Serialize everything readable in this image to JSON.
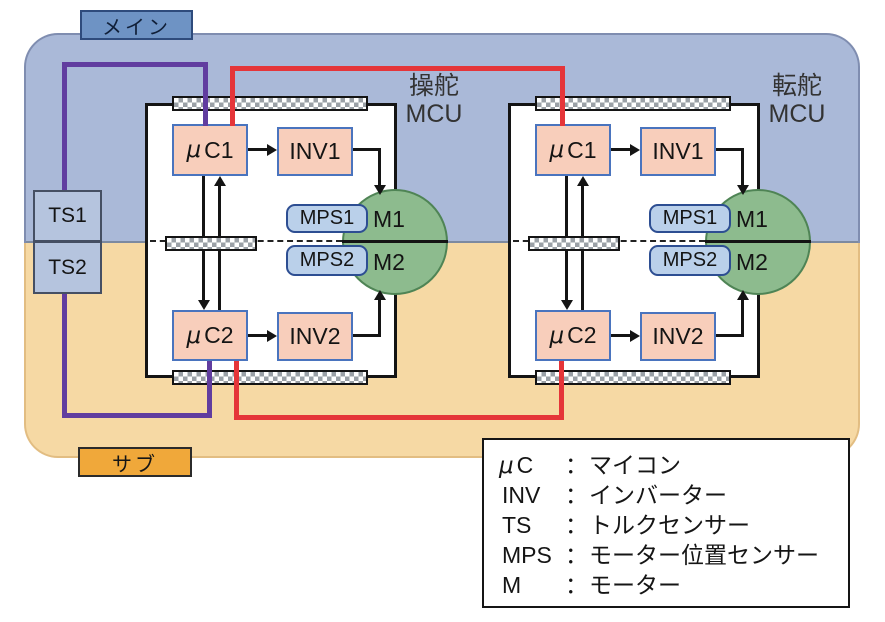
{
  "regions": {
    "main_label": "メイン",
    "sub_label": "サブ",
    "main_color": "#aab9d8",
    "sub_color": "#f6d9a4"
  },
  "wire_colors": {
    "torque_sensor_bus": "#613d9f",
    "inter_mcu_bus": "#e53539",
    "signal": "#141414"
  },
  "sensors": {
    "ts1": "TS1",
    "ts2": "TS2"
  },
  "mcu1": {
    "title_line1": "操舵",
    "title_line2": "MCU",
    "uc1": {
      "mu": "μ",
      "name": "C1"
    },
    "uc2": {
      "mu": "μ",
      "name": "C2"
    },
    "inv1": "INV1",
    "inv2": "INV2",
    "mps1": "MPS1",
    "mps2": "MPS2",
    "m1": "M1",
    "m2": "M2"
  },
  "mcu2": {
    "title_line1": "転舵",
    "title_line2": "MCU",
    "uc1": {
      "mu": "μ",
      "name": "C1"
    },
    "uc2": {
      "mu": "μ",
      "name": "C2"
    },
    "inv1": "INV1",
    "inv2": "INV2",
    "mps1": "MPS1",
    "mps2": "MPS2",
    "m1": "M1",
    "m2": "M2"
  },
  "legend": {
    "colon": "：",
    "rows": [
      {
        "mu": "μ",
        "abbr": "C",
        "def": "マイコン"
      },
      {
        "mu": "",
        "abbr": "INV",
        "def": "インバーター"
      },
      {
        "mu": "",
        "abbr": "TS",
        "def": "トルクセンサー"
      },
      {
        "mu": "",
        "abbr": "MPS",
        "def": "モーター位置センサー"
      },
      {
        "mu": "",
        "abbr": "M",
        "def": "モーター"
      }
    ]
  }
}
